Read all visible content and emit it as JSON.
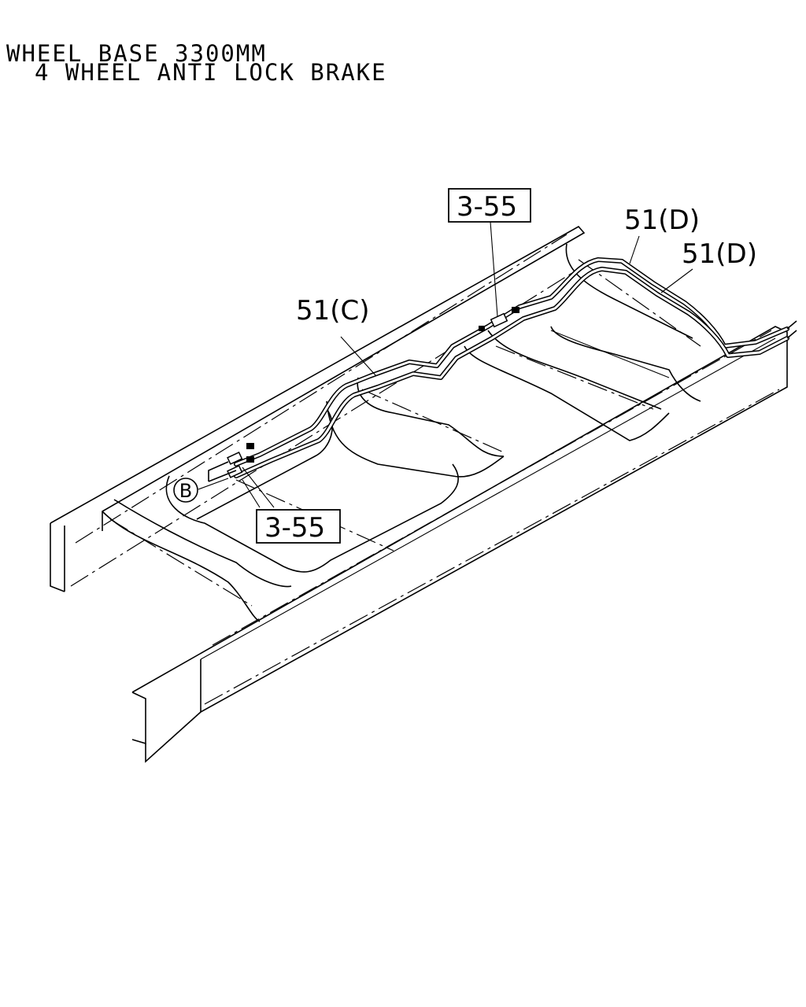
{
  "title": {
    "line1": "WHEEL BASE 3300MM",
    "line2": "4 WHEEL ANTI LOCK BRAKE"
  },
  "callouts": {
    "ref_top": "3-55",
    "ref_bottom": "3-55",
    "part_c": "51(C)",
    "part_d_upper": "51(D)",
    "part_d_lower": "51(D)",
    "view_marker": "B"
  }
}
